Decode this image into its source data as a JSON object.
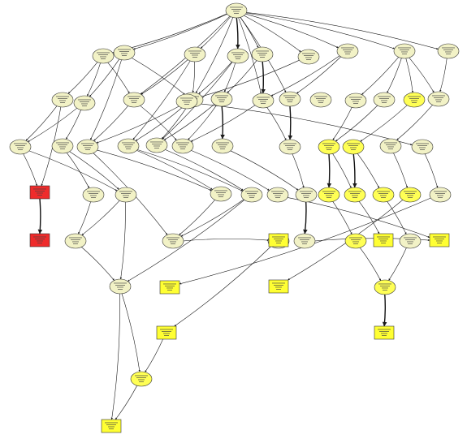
{
  "colors": {
    "pale": "#f2f2c6",
    "yellow": "#ffff33",
    "yellow_light": "#ffff55",
    "red": "#ef2b2b",
    "edge": "#1a1a1a",
    "node_border": "#333333"
  },
  "graph": {
    "nodes": [
      {
        "id": "root",
        "kind": "ellipse",
        "fill": "pale"
      },
      {
        "id": "n1a",
        "kind": "ellipse",
        "fill": "pale"
      },
      {
        "id": "n1b",
        "kind": "ellipse",
        "fill": "pale"
      },
      {
        "id": "n1c",
        "kind": "ellipse",
        "fill": "pale"
      },
      {
        "id": "n1d",
        "kind": "ellipse",
        "fill": "pale"
      },
      {
        "id": "n1e",
        "kind": "ellipse",
        "fill": "pale"
      },
      {
        "id": "n1f",
        "kind": "ellipse",
        "fill": "pale"
      },
      {
        "id": "n1g",
        "kind": "ellipse",
        "fill": "pale"
      },
      {
        "id": "n1h",
        "kind": "ellipse",
        "fill": "pale"
      },
      {
        "id": "n1i",
        "kind": "ellipse",
        "fill": "pale"
      },
      {
        "id": "n2a",
        "kind": "ellipse",
        "fill": "pale"
      },
      {
        "id": "n2b",
        "kind": "ellipse",
        "fill": "pale"
      },
      {
        "id": "n2c",
        "kind": "ellipse",
        "fill": "pale"
      },
      {
        "id": "n2d",
        "kind": "ellipse",
        "fill": "pale"
      },
      {
        "id": "n2e",
        "kind": "ellipse",
        "fill": "pale"
      },
      {
        "id": "n2f",
        "kind": "ellipse",
        "fill": "pale"
      },
      {
        "id": "n2g",
        "kind": "ellipse",
        "fill": "pale"
      },
      {
        "id": "n2h",
        "kind": "ellipse",
        "fill": "pale"
      },
      {
        "id": "n2i",
        "kind": "ellipse",
        "fill": "pale"
      },
      {
        "id": "n2j",
        "kind": "ellipse",
        "fill": "pale"
      },
      {
        "id": "n2k",
        "kind": "ellipse",
        "fill": "yellow_light"
      },
      {
        "id": "n2l",
        "kind": "ellipse",
        "fill": "pale"
      },
      {
        "id": "n2m",
        "kind": "ellipse",
        "fill": "pale"
      },
      {
        "id": "n3a",
        "kind": "ellipse",
        "fill": "pale"
      },
      {
        "id": "n3b",
        "kind": "ellipse",
        "fill": "pale"
      },
      {
        "id": "n3c",
        "kind": "ellipse",
        "fill": "pale"
      },
      {
        "id": "n3d",
        "kind": "ellipse",
        "fill": "pale"
      },
      {
        "id": "n3e",
        "kind": "ellipse",
        "fill": "pale"
      },
      {
        "id": "n3f",
        "kind": "ellipse",
        "fill": "pale"
      },
      {
        "id": "n3g",
        "kind": "ellipse",
        "fill": "pale"
      },
      {
        "id": "n3h",
        "kind": "ellipse",
        "fill": "pale"
      },
      {
        "id": "n3i",
        "kind": "ellipse",
        "fill": "yellow_light"
      },
      {
        "id": "n3j",
        "kind": "ellipse",
        "fill": "yellow_light"
      },
      {
        "id": "n3k",
        "kind": "ellipse",
        "fill": "pale"
      },
      {
        "id": "n3l",
        "kind": "ellipse",
        "fill": "pale"
      },
      {
        "id": "r1",
        "kind": "rect",
        "fill": "red"
      },
      {
        "id": "n4a",
        "kind": "ellipse",
        "fill": "pale"
      },
      {
        "id": "n4b",
        "kind": "ellipse",
        "fill": "pale"
      },
      {
        "id": "n4c",
        "kind": "ellipse",
        "fill": "pale"
      },
      {
        "id": "n4d",
        "kind": "ellipse",
        "fill": "pale"
      },
      {
        "id": "n4e",
        "kind": "ellipse",
        "fill": "pale"
      },
      {
        "id": "n4f",
        "kind": "ellipse",
        "fill": "pale"
      },
      {
        "id": "n4g",
        "kind": "ellipse",
        "fill": "yellow_light"
      },
      {
        "id": "n4h",
        "kind": "ellipse",
        "fill": "yellow_light"
      },
      {
        "id": "n4i",
        "kind": "ellipse",
        "fill": "yellow_light"
      },
      {
        "id": "n4j",
        "kind": "ellipse",
        "fill": "yellow_light"
      },
      {
        "id": "n4k",
        "kind": "ellipse",
        "fill": "pale"
      },
      {
        "id": "r2",
        "kind": "rect",
        "fill": "red"
      },
      {
        "id": "n5a",
        "kind": "ellipse",
        "fill": "pale"
      },
      {
        "id": "n5b",
        "kind": "ellipse",
        "fill": "pale"
      },
      {
        "id": "n5c",
        "kind": "ellipse",
        "fill": "pale"
      },
      {
        "id": "y1",
        "kind": "rect",
        "fill": "yellow"
      },
      {
        "id": "n5d",
        "kind": "ellipse",
        "fill": "pale"
      },
      {
        "id": "n5e",
        "kind": "ellipse",
        "fill": "yellow_light"
      },
      {
        "id": "y2",
        "kind": "rect",
        "fill": "yellow"
      },
      {
        "id": "n5f",
        "kind": "ellipse",
        "fill": "pale"
      },
      {
        "id": "y3",
        "kind": "rect",
        "fill": "yellow"
      },
      {
        "id": "n6a",
        "kind": "ellipse",
        "fill": "pale"
      },
      {
        "id": "y4",
        "kind": "rect",
        "fill": "yellow"
      },
      {
        "id": "y5",
        "kind": "rect",
        "fill": "yellow"
      },
      {
        "id": "n6b",
        "kind": "ellipse",
        "fill": "yellow_light"
      },
      {
        "id": "y6",
        "kind": "rect",
        "fill": "yellow"
      },
      {
        "id": "y7",
        "kind": "rect",
        "fill": "yellow"
      },
      {
        "id": "n7a",
        "kind": "ellipse",
        "fill": "yellow_light"
      },
      {
        "id": "y8",
        "kind": "rect",
        "fill": "yellow"
      }
    ],
    "edges": [
      [
        "root",
        "n1a"
      ],
      [
        "root",
        "n1b"
      ],
      [
        "root",
        "n1c"
      ],
      [
        "root",
        "n1d"
      ],
      [
        "root",
        "n1e"
      ],
      [
        "root",
        "n1f"
      ],
      [
        "root",
        "n1g"
      ],
      [
        "root",
        "n1h"
      ],
      [
        "root",
        "n1i"
      ],
      [
        "root",
        "n2f"
      ],
      [
        "root",
        "n2d"
      ],
      [
        "root",
        "n2g"
      ],
      [
        "root",
        "n2c"
      ],
      [
        "n1a",
        "n2a"
      ],
      [
        "n1a",
        "n2b"
      ],
      [
        "n1a",
        "n2c"
      ],
      [
        "n1b",
        "n2b"
      ],
      [
        "n1b",
        "n2d"
      ],
      [
        "n1b",
        "n3c"
      ],
      [
        "n1c",
        "n2c"
      ],
      [
        "n1c",
        "n2d"
      ],
      [
        "n1c",
        "n3d"
      ],
      [
        "n1d",
        "n2d"
      ],
      [
        "n1d",
        "n2e"
      ],
      [
        "n1d",
        "n3e"
      ],
      [
        "n1e",
        "n2e"
      ],
      [
        "n1e",
        "n2f"
      ],
      [
        "n1f",
        "n2f"
      ],
      [
        "n1f",
        "n2g"
      ],
      [
        "n1g",
        "n2i"
      ],
      [
        "n1g",
        "n2j"
      ],
      [
        "n1g",
        "n2k"
      ],
      [
        "n1g",
        "n2l"
      ],
      [
        "n1h",
        "n2l"
      ],
      [
        "n1i",
        "n2m"
      ],
      [
        "n2a",
        "n3a"
      ],
      [
        "n2a",
        "r1"
      ],
      [
        "n2b",
        "n3b"
      ],
      [
        "n2b",
        "n3a"
      ],
      [
        "n2c",
        "n3c"
      ],
      [
        "n2c",
        "n3f"
      ],
      [
        "n2d",
        "n3d"
      ],
      [
        "n2d",
        "n3e"
      ],
      [
        "n2d",
        "n3c"
      ],
      [
        "n2e",
        "n3e"
      ],
      [
        "n2e",
        "n3f"
      ],
      [
        "n2e",
        "n3g"
      ],
      [
        "n2f",
        "n3f"
      ],
      [
        "n2f",
        "n3h"
      ],
      [
        "n2g",
        "n3h"
      ],
      [
        "n2i",
        "n3i"
      ],
      [
        "n2j",
        "n3i"
      ],
      [
        "n2k",
        "n3j"
      ],
      [
        "n2l",
        "n3k"
      ],
      [
        "n2m",
        "n3l"
      ],
      [
        "n3a",
        "r1"
      ],
      [
        "n3a",
        "n4b"
      ],
      [
        "n3b",
        "n4a"
      ],
      [
        "n3b",
        "n4b"
      ],
      [
        "n3c",
        "n4c"
      ],
      [
        "n3c",
        "n5b"
      ],
      [
        "n3d",
        "n4c"
      ],
      [
        "n3d",
        "n4d"
      ],
      [
        "n3e",
        "n4d"
      ],
      [
        "n3f",
        "n4e"
      ],
      [
        "n3g",
        "n4f"
      ],
      [
        "n3h",
        "n4f"
      ],
      [
        "n3i",
        "n4g"
      ],
      [
        "n3i",
        "n4h"
      ],
      [
        "n3j",
        "n4i"
      ],
      [
        "n3j",
        "n4h"
      ],
      [
        "n3k",
        "n4j"
      ],
      [
        "n3l",
        "n4k"
      ],
      [
        "r1",
        "r2"
      ],
      [
        "n4a",
        "n5a"
      ],
      [
        "n4b",
        "n5a"
      ],
      [
        "n4b",
        "n6a"
      ],
      [
        "n4c",
        "n5b"
      ],
      [
        "n4d",
        "n6a"
      ],
      [
        "n4d",
        "n5b"
      ],
      [
        "n4e",
        "y3"
      ],
      [
        "n4f",
        "n5d"
      ],
      [
        "n4g",
        "n5e"
      ],
      [
        "n4h",
        "y2"
      ],
      [
        "n4i",
        "n5f"
      ],
      [
        "n4j",
        "y5"
      ],
      [
        "n4k",
        "y4"
      ],
      [
        "n5a",
        "n6a"
      ],
      [
        "n5b",
        "y1"
      ],
      [
        "n5d",
        "y3"
      ],
      [
        "n5e",
        "n6b"
      ],
      [
        "n5f",
        "n6b"
      ],
      [
        "y1",
        "y6"
      ],
      [
        "n6a",
        "n7a"
      ],
      [
        "n6b",
        "y7"
      ],
      [
        "y6",
        "n7a"
      ],
      [
        "n7a",
        "y8"
      ],
      [
        "n6a",
        "y8"
      ]
    ]
  }
}
